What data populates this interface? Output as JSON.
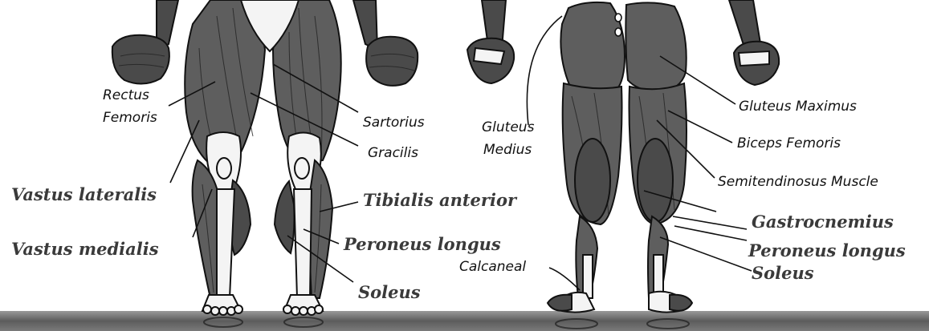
{
  "labels": {
    "rectus_femoris_1": "Rectus",
    "rectus_femoris_2": "Femoris",
    "sartorius": "Sartorius",
    "gracilis": "Gracilis",
    "vastus_lateralis": "Vastus lateralis",
    "vastus_medialis": "Vastus medialis",
    "tibialis_anterior": "Tibialis anterior",
    "peroneus_longus_front": "Peroneus longus",
    "soleus_front": "Soleus",
    "gluteus_medius_1": "Gluteus",
    "gluteus_medius_2": "Medius",
    "gluteus_maximus": "Gluteus Maximus",
    "biceps_femoris": "Biceps Femoris",
    "semitendinosus": "Semitendinosus Muscle",
    "gastrocnemius": "Gastrocnemius",
    "peroneus_longus_back": "Peroneus longus",
    "soleus_back": "Soleus",
    "calcaneal": "Calcaneal"
  },
  "colors": {
    "muscle": "#5e5e5e",
    "tendon": "#f4f4f4",
    "outline": "#111111",
    "floor": "#6b6b6b",
    "bold_label": "#3a3a3a"
  }
}
